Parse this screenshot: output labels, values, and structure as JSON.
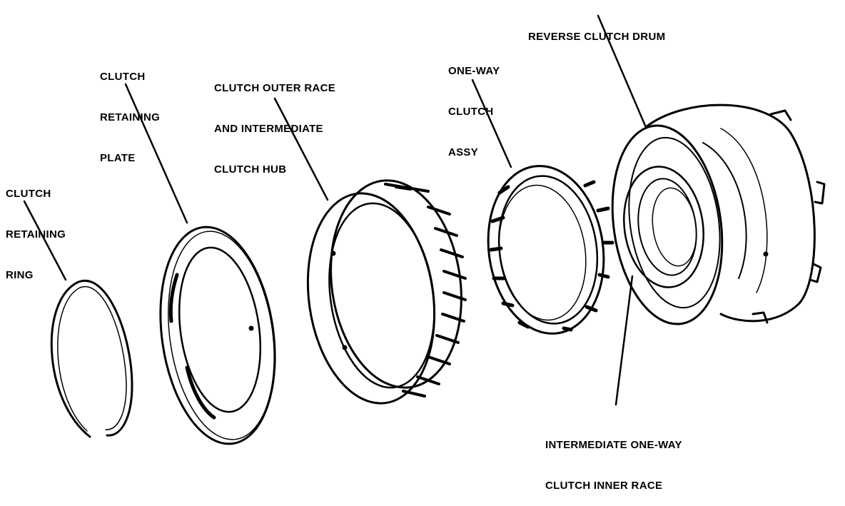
{
  "labels": {
    "clutch_retaining_ring": [
      "CLUTCH",
      "RETAINING",
      "RING"
    ],
    "clutch_retaining_plate": [
      "CLUTCH",
      "RETAINING",
      "PLATE"
    ],
    "clutch_outer_race": [
      "CLUTCH OUTER RACE",
      "AND INTERMEDIATE",
      "CLUTCH HUB"
    ],
    "one_way_clutch": [
      "ONE-WAY",
      "CLUTCH",
      "ASSY"
    ],
    "reverse_clutch_drum": [
      "REVERSE CLUTCH DRUM"
    ],
    "intermediate_inner_race": [
      "INTERMEDIATE ONE-WAY",
      "CLUTCH INNER RACE"
    ]
  },
  "colors": {
    "ink": "#000000",
    "paper": "#ffffff"
  }
}
